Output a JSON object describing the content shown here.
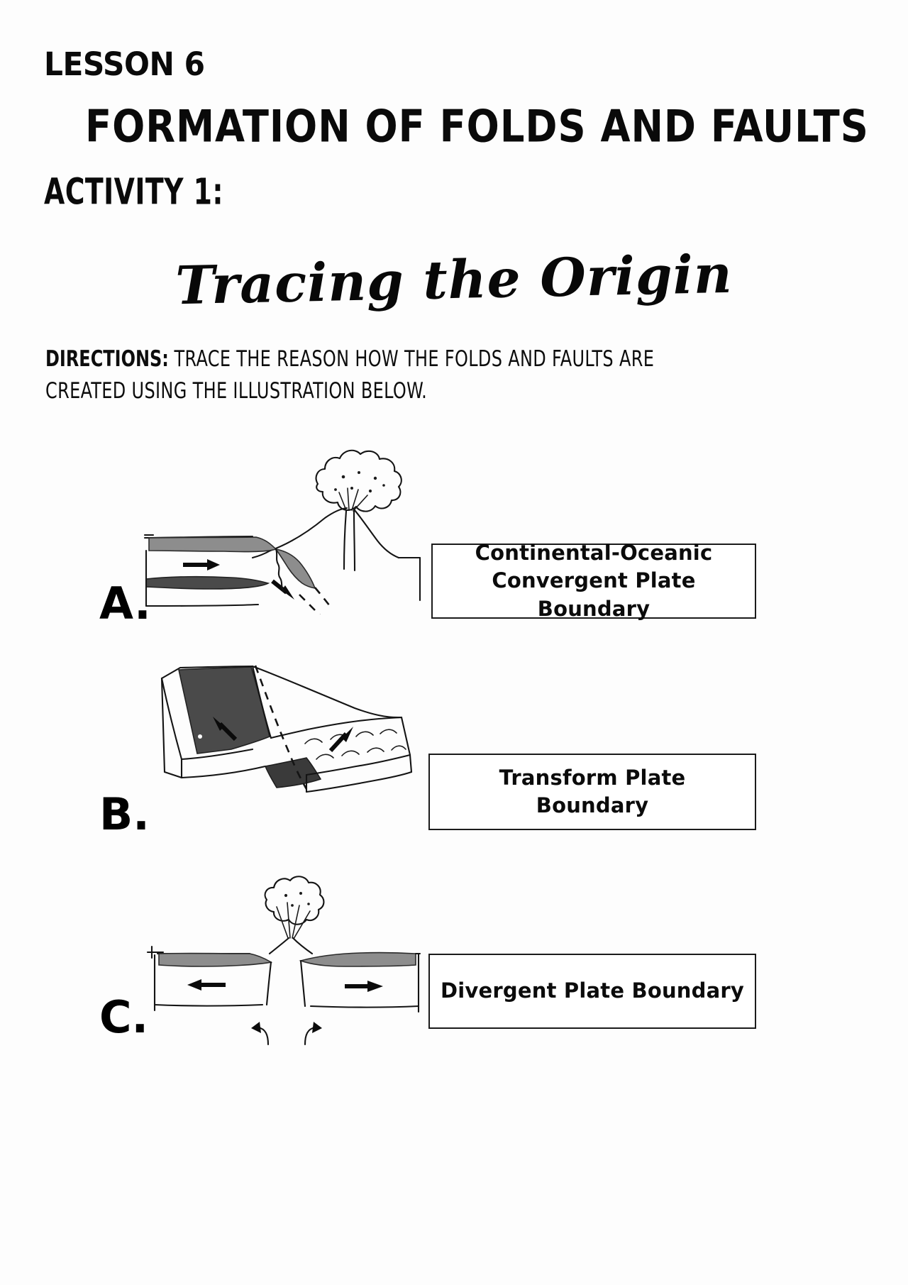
{
  "document": {
    "lesson_heading": "LESSON 6",
    "main_title": "FORMATION OF FOLDS AND FAULTS",
    "activity_heading": "ACTIVITY 1:",
    "script_title": "Tracing the Origin",
    "directions_label": "DIRECTIONS:",
    "directions_body": "TRACE THE REASON HOW THE FOLDS AND FAULTS ARE CREATED USING THE ILLUSTRATION BELOW."
  },
  "items": [
    {
      "letter": "A.",
      "label": "Continental-Oceanic Convergent Plate Boundary",
      "label_line1": "Continental-Oceanic",
      "label_line2": "Convergent Plate Boundary",
      "diagram": "subduction-volcano-sketch"
    },
    {
      "letter": "B.",
      "label": "Transform Plate Boundary",
      "label_line1": "Transform Plate Boundary",
      "label_line2": "",
      "diagram": "transform-block-sketch"
    },
    {
      "letter": "C.",
      "label": "Divergent Plate Boundary",
      "label_line1": "Divergent Plate Boundary",
      "label_line2": "",
      "diagram": "divergent-rift-sketch"
    }
  ],
  "colors": {
    "ink": "#141414",
    "paper": "#fdfdfd",
    "shade_light": "#8d8d8d",
    "shade_dark": "#4a4a4a",
    "box_border": "#1b1b1b"
  }
}
